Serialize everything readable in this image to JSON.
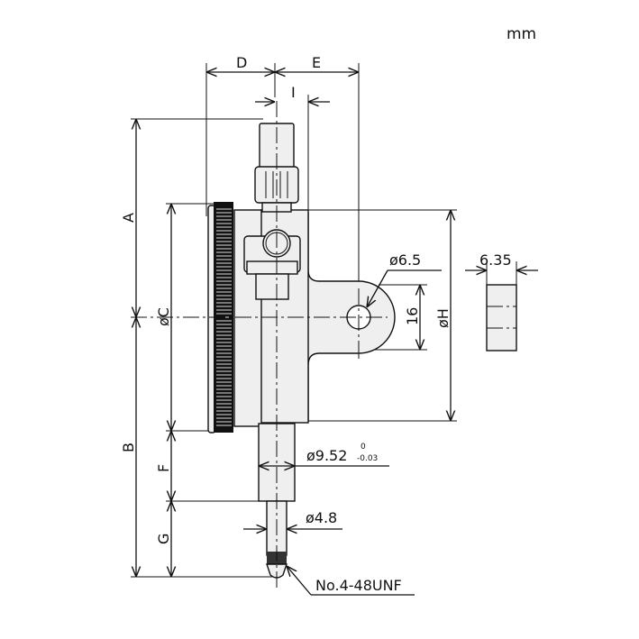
{
  "unit": "mm",
  "dimensions": {
    "A": "A",
    "B": "B",
    "C": "øC",
    "D": "D",
    "E": "E",
    "F": "F",
    "G": "G",
    "H": "øH",
    "I": "I",
    "lug_hole": "ø6.5",
    "lug_height": "16",
    "lug_thickness": "6.35",
    "stem_diameter": "ø9.52",
    "stem_tol_upper": "0",
    "stem_tol_lower": "-0.03",
    "spindle_diameter": "ø4.8",
    "contact_thread": "No.4-48UNF"
  }
}
